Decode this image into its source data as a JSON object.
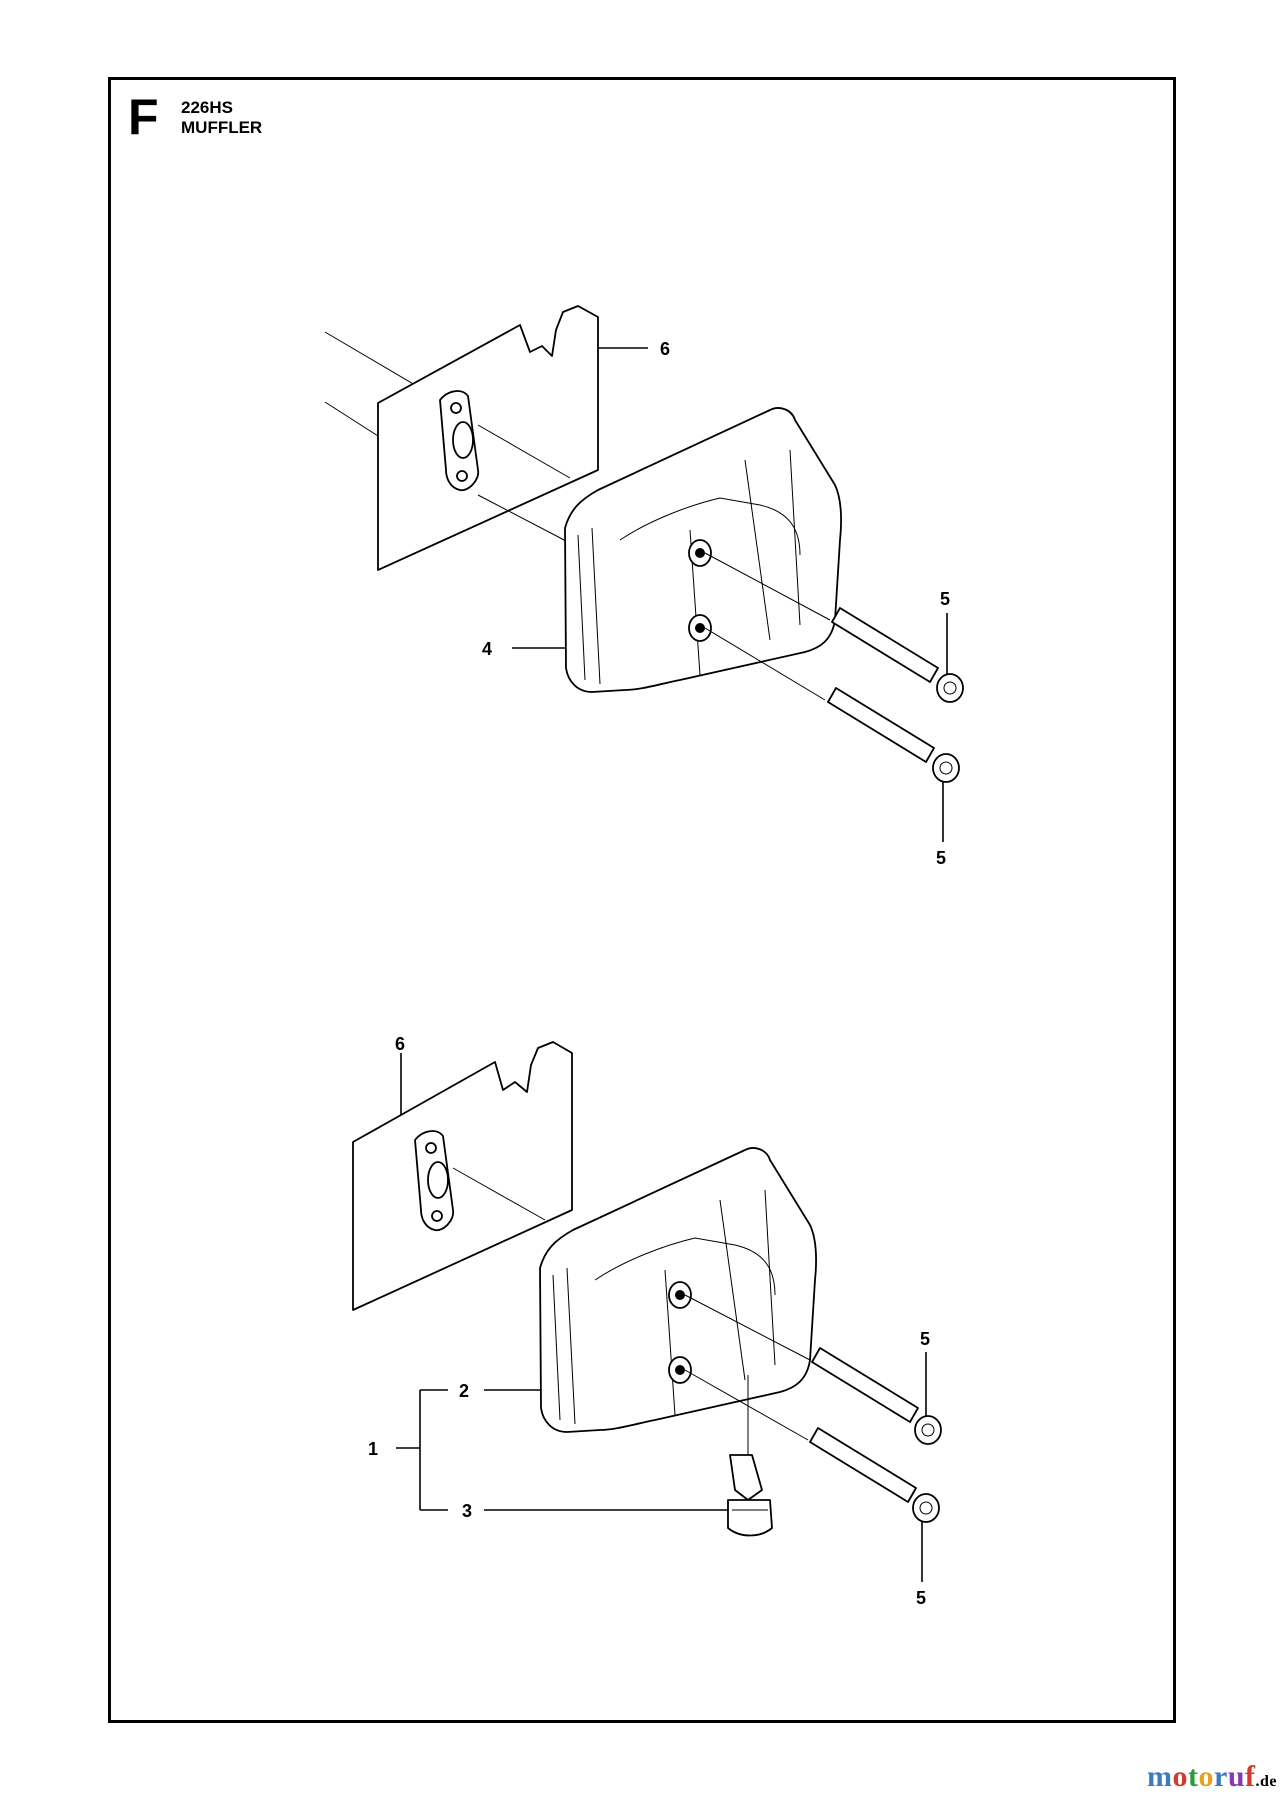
{
  "header": {
    "section": "F",
    "model": "226HS",
    "title": "MUFFLER"
  },
  "callouts": {
    "top": {
      "heat_shield": "6",
      "muffler": "4",
      "screw_upper": "5",
      "screw_lower": "5"
    },
    "bottom": {
      "heat_shield": "6",
      "kit": "1",
      "muffler": "2",
      "spark_arrestor": "3",
      "screw_upper": "5",
      "screw_lower": "5"
    }
  },
  "watermark": {
    "name": "motoruf",
    "tld": ".de",
    "colors": [
      "#3b7bbf",
      "#d23a2a",
      "#2b9b3a",
      "#e5a21a",
      "#3b7bbf",
      "#8a3ab0",
      "#d23a2a"
    ]
  }
}
